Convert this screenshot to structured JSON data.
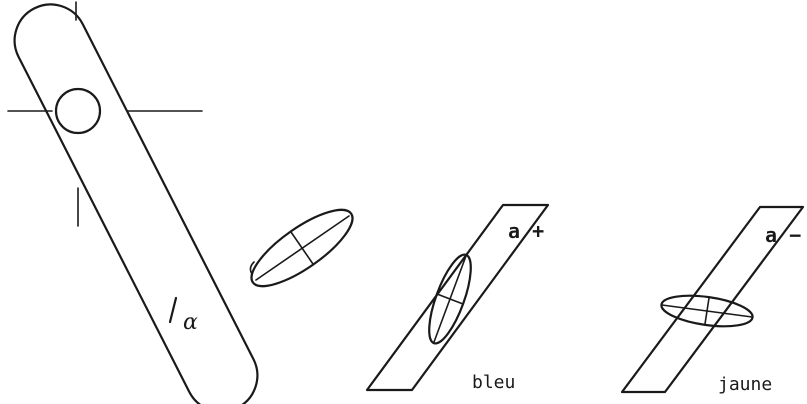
{
  "figure": {
    "crystal": {
      "angle_label": "α"
    },
    "plates": [
      {
        "sign_label": "a +",
        "color_label": "bleu"
      },
      {
        "sign_label": "a −",
        "color_label": "jaune"
      }
    ]
  }
}
